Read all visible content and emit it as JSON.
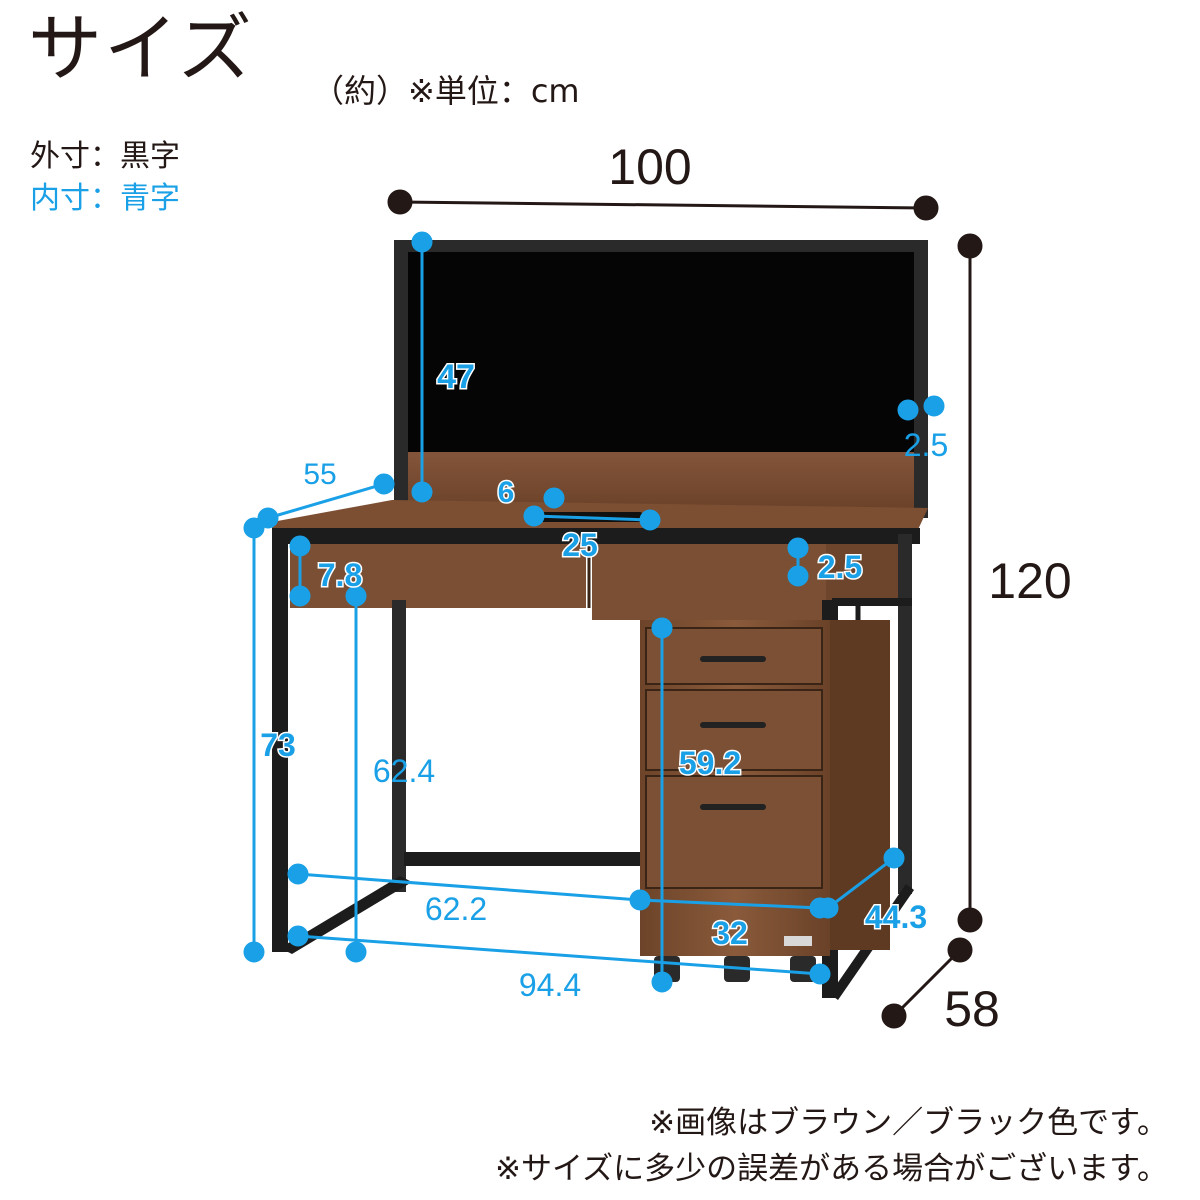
{
  "header": {
    "title": "サイズ",
    "unit_note": "（約）※単位：cm"
  },
  "legend": {
    "outer": "外寸：黒字",
    "inner": "内寸：青字"
  },
  "dimensions": {
    "width": "100",
    "height": "120",
    "depth": "58",
    "desk_depth": "55",
    "hutch_height": "47",
    "hutch_side": "2.5",
    "slot_width": "6",
    "slot_length": "25",
    "top_thickness": "2.5",
    "drawer_height": "7.8",
    "desk_height": "73",
    "knee_height": "62.4",
    "wagon_height": "59.2",
    "knee_width": "62.2",
    "wagon_width": "32",
    "wagon_depth": "44.3",
    "inner_width": "94.4"
  },
  "colors": {
    "outer_text": "#231815",
    "inner_text": "#1aa0e6",
    "frame": "#1c1c1c",
    "wood": "#7a4f33"
  },
  "notes": [
    "※画像はブラウン／ブラック色です。",
    "※サイズに多少の誤差がある場合がございます。"
  ]
}
